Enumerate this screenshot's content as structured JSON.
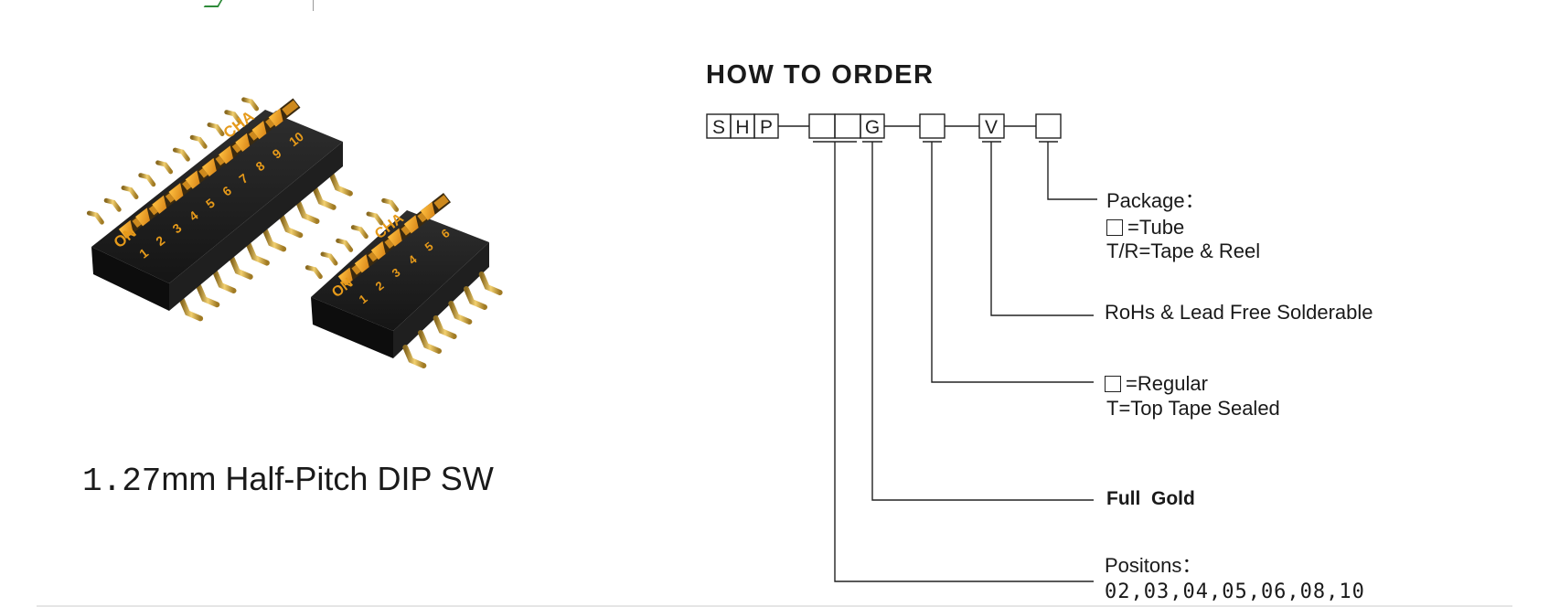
{
  "header": {
    "logo_mark": "check-mark-icon"
  },
  "product": {
    "caption_num": "1.27",
    "caption_rest": "mm Half-Pitch DIP SW",
    "large_switch": {
      "brand": "CHA",
      "on_label": "ON",
      "positions": [
        "1",
        "2",
        "3",
        "4",
        "5",
        "6",
        "7",
        "8",
        "9",
        "10"
      ]
    },
    "small_switch": {
      "brand": "CHA",
      "on_label": "ON",
      "positions": [
        "1",
        "2",
        "3",
        "4",
        "5",
        "6"
      ]
    }
  },
  "order": {
    "title": "HOW TO ORDER",
    "code_prefix": [
      "S",
      "H",
      "P"
    ],
    "code_fixed": [
      "G",
      "V"
    ],
    "package": {
      "title": "Package：",
      "tube": "=Tube",
      "tr": "T/R=Tape & Reel"
    },
    "rohs": "RoHs & Lead Free Solderable",
    "seal": {
      "regular": "=Regular",
      "top": "T=Top Tape Sealed"
    },
    "plating": "Full  Gold",
    "positions": {
      "title": "Positons：",
      "values": "02,03,04,05,06,08,10"
    }
  },
  "colors": {
    "body": "#1c1c1c",
    "actuator": "#f0a020",
    "slot": "#3a2a10",
    "pins": "#caa040",
    "text": "#1a1a1a"
  }
}
